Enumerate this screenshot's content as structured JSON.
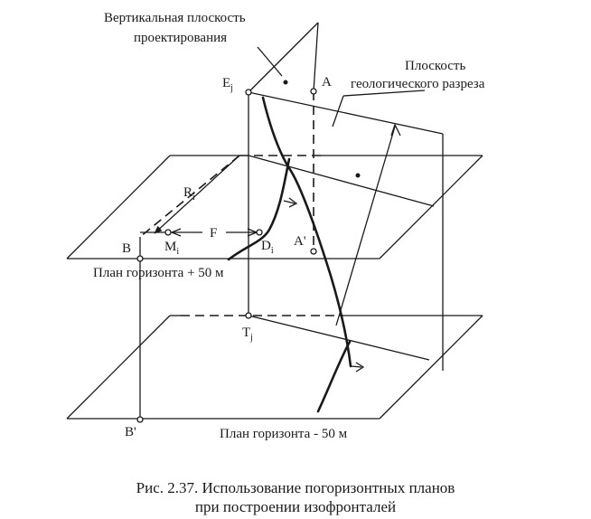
{
  "labels": {
    "vertical_plane": [
      "Вертикальная плоскость",
      "проектирования"
    ],
    "section_plane": [
      "Плоскость",
      "геологического разреза"
    ],
    "plan_upper": "План горизонта + 50 м",
    "plan_lower": "План горизонта - 50 м"
  },
  "points": {
    "E": "E",
    "E_sub": "j",
    "A": "A",
    "R": "R",
    "R_sub": "i",
    "F": "F",
    "B": "B",
    "M": "M",
    "M_sub": "i",
    "D": "D",
    "D_sub": "i",
    "A_prime": "A'",
    "T": "T",
    "T_sub": "j",
    "B_prime": "B'"
  },
  "caption": [
    "Рис. 2.37. Использование погоризонтных планов",
    "при построении изофронталей"
  ]
}
